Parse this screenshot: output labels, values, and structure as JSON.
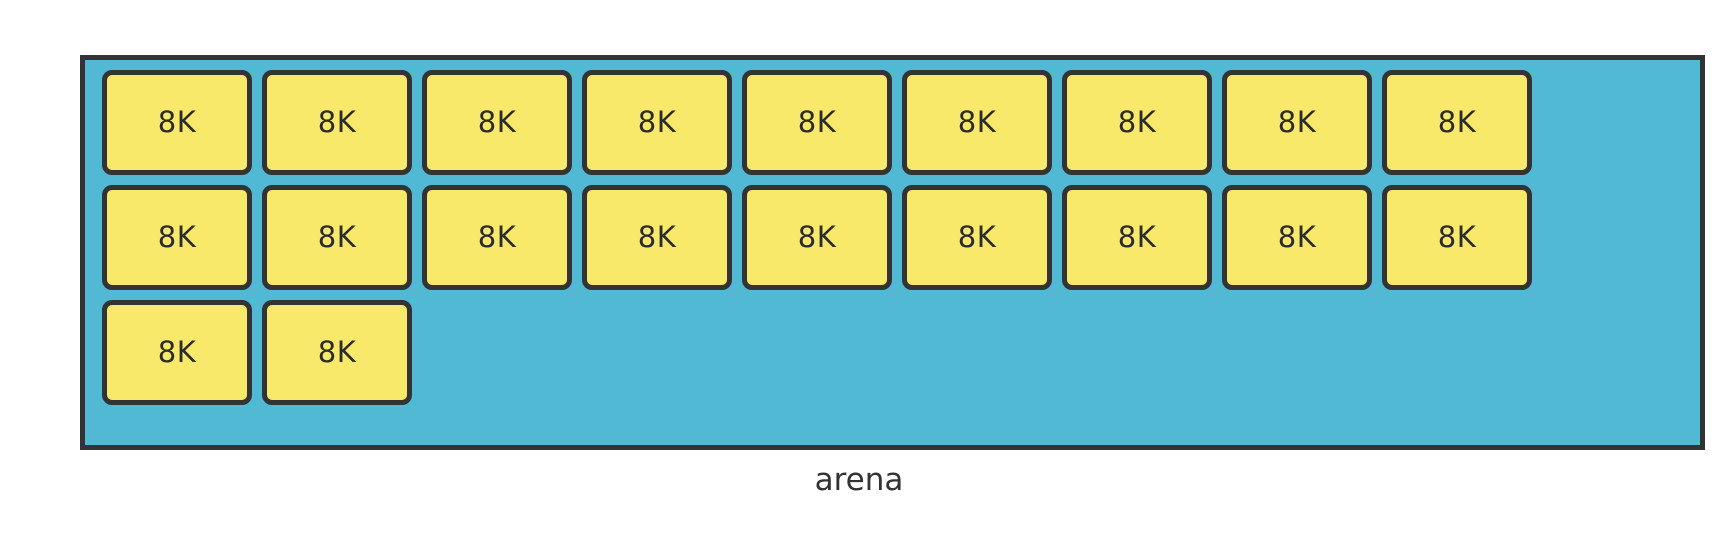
{
  "diagram": {
    "caption": "arena",
    "colors": {
      "arena_fill": "#52b9d5",
      "block_fill": "#f8e96a",
      "stroke": "#333333",
      "page_background": "#ffffff"
    },
    "block_label": "8K",
    "total_blocks": 20,
    "rows": [
      {
        "index": 0,
        "blocks": [
          {
            "label": "8K"
          },
          {
            "label": "8K"
          },
          {
            "label": "8K"
          },
          {
            "label": "8K"
          },
          {
            "label": "8K"
          },
          {
            "label": "8K"
          },
          {
            "label": "8K"
          },
          {
            "label": "8K"
          },
          {
            "label": "8K"
          }
        ]
      },
      {
        "index": 1,
        "blocks": [
          {
            "label": "8K"
          },
          {
            "label": "8K"
          },
          {
            "label": "8K"
          },
          {
            "label": "8K"
          },
          {
            "label": "8K"
          },
          {
            "label": "8K"
          },
          {
            "label": "8K"
          },
          {
            "label": "8K"
          },
          {
            "label": "8K"
          }
        ]
      },
      {
        "index": 2,
        "blocks": [
          {
            "label": "8K"
          },
          {
            "label": "8K"
          }
        ]
      }
    ]
  }
}
